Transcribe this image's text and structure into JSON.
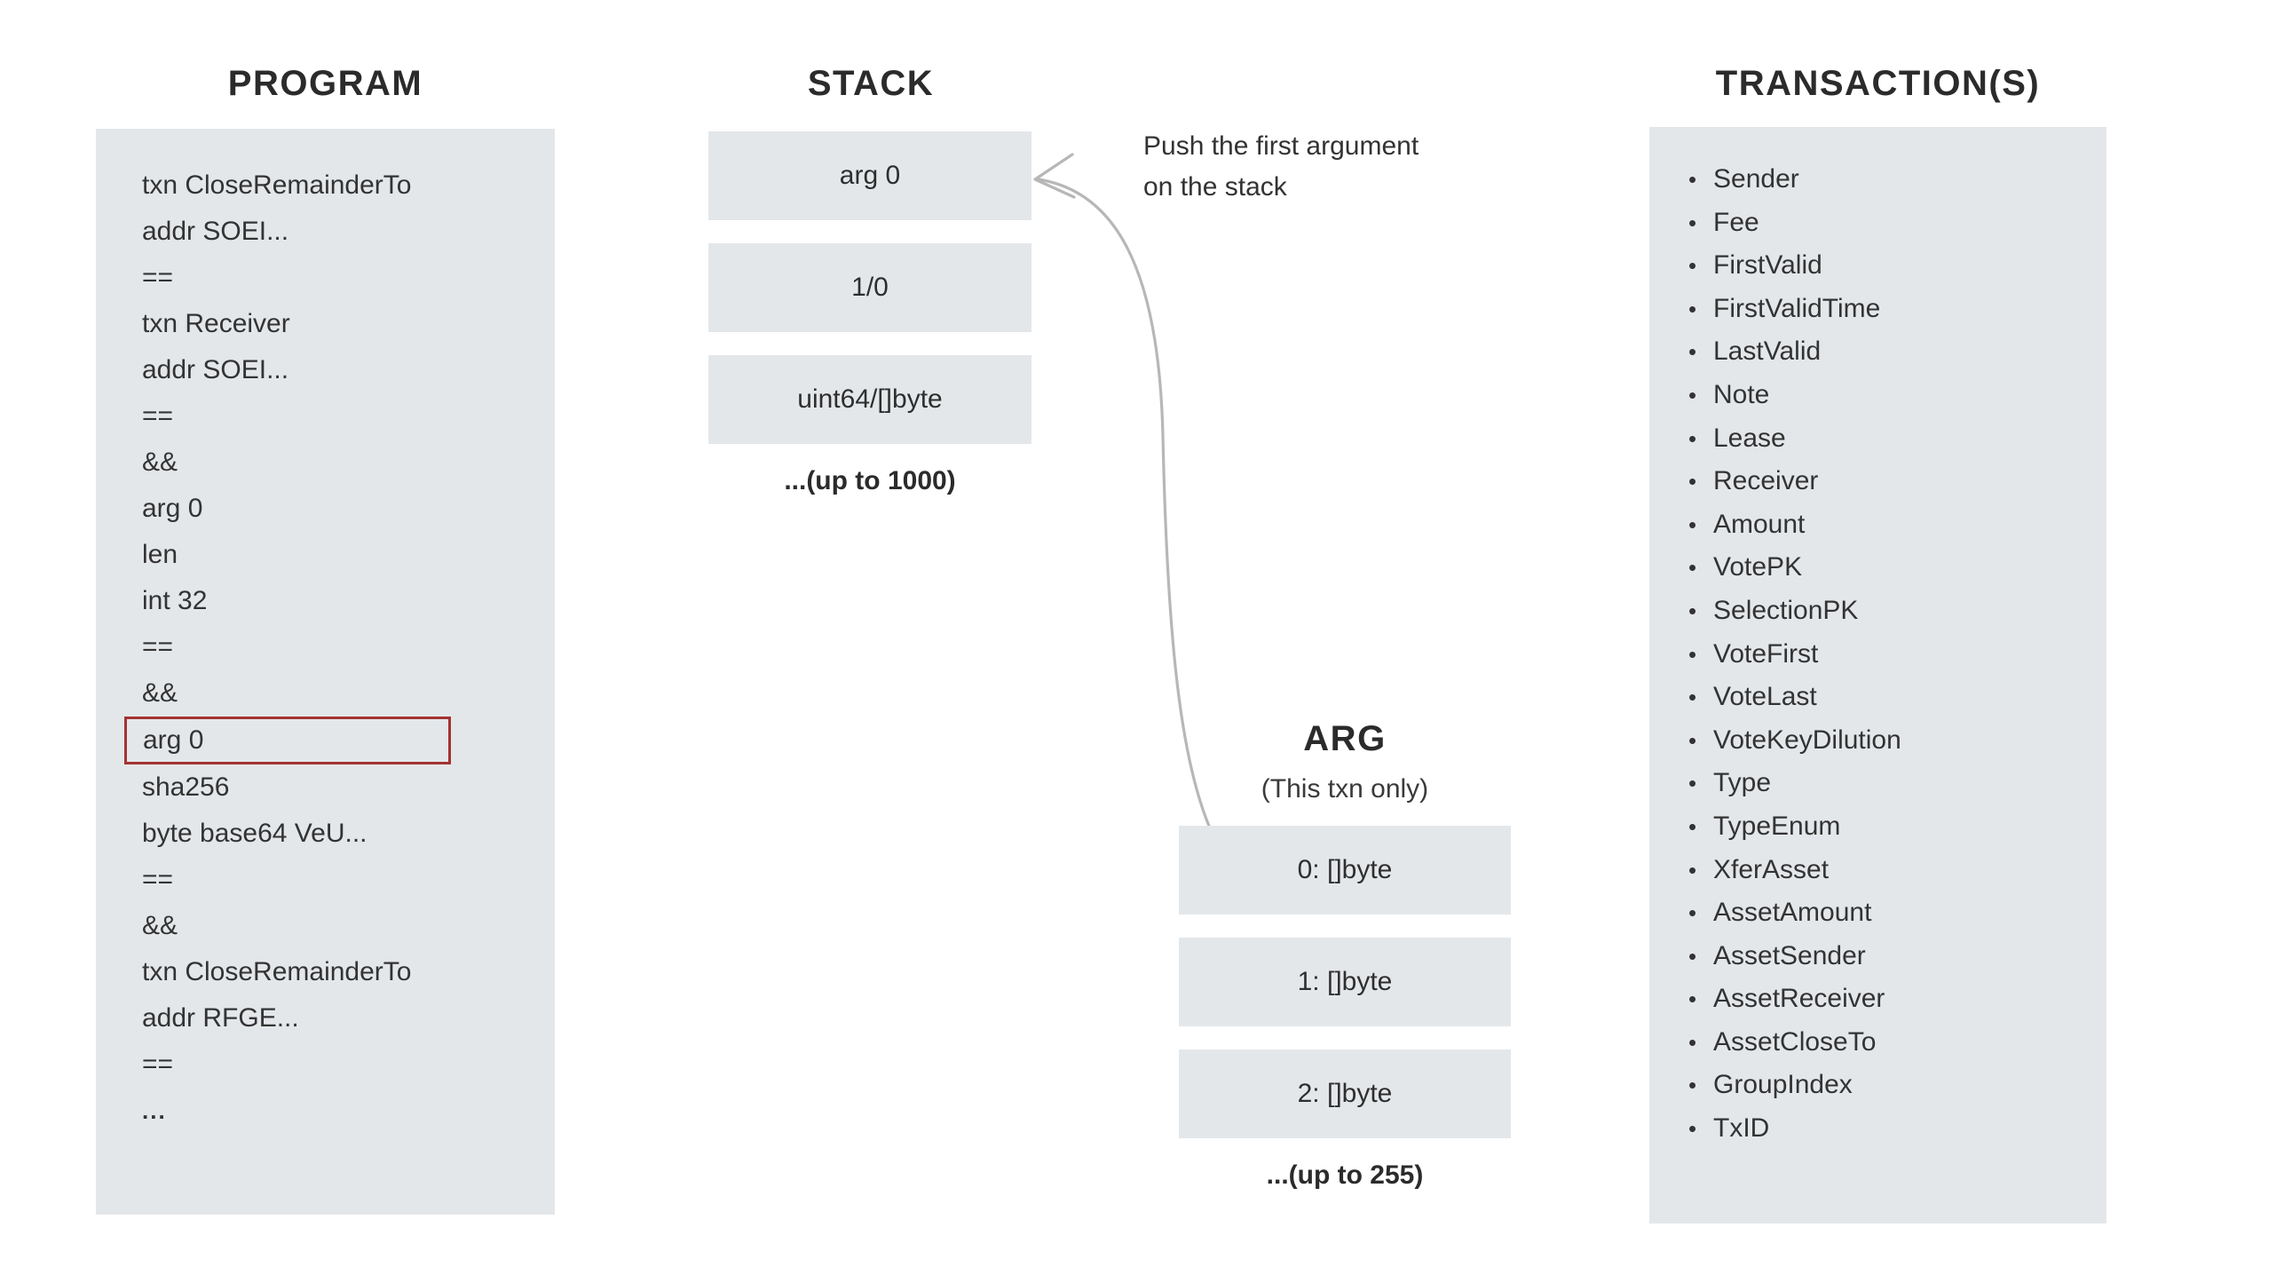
{
  "program": {
    "title": "PROGRAM",
    "lines": [
      {
        "text": "txn CloseRemainderTo",
        "highlighted": false
      },
      {
        "text": "addr SOEI...",
        "highlighted": false
      },
      {
        "text": "==",
        "highlighted": false
      },
      {
        "text": "txn Receiver",
        "highlighted": false
      },
      {
        "text": "addr SOEI...",
        "highlighted": false
      },
      {
        "text": "==",
        "highlighted": false
      },
      {
        "text": "&&",
        "highlighted": false
      },
      {
        "text": "arg 0",
        "highlighted": false
      },
      {
        "text": "len",
        "highlighted": false
      },
      {
        "text": "int 32",
        "highlighted": false
      },
      {
        "text": "==",
        "highlighted": false
      },
      {
        "text": "&&",
        "highlighted": false
      },
      {
        "text": "arg 0",
        "highlighted": true
      },
      {
        "text": "sha256",
        "highlighted": false
      },
      {
        "text": "byte base64 VeU...",
        "highlighted": false
      },
      {
        "text": "==",
        "highlighted": false
      },
      {
        "text": "&&",
        "highlighted": false
      },
      {
        "text": "txn CloseRemainderTo",
        "highlighted": false
      },
      {
        "text": "addr RFGE...",
        "highlighted": false
      },
      {
        "text": "==",
        "highlighted": false
      },
      {
        "text": "...",
        "highlighted": false
      }
    ]
  },
  "stack": {
    "title": "STACK",
    "cells": [
      "arg 0",
      "1/0",
      "uint64/[]byte"
    ],
    "more_caption": "...(up to 1000)"
  },
  "annotation": {
    "line1": "Push the first argument",
    "line2": "on the stack"
  },
  "arg": {
    "title": "ARG",
    "subtitle": "(This txn only)",
    "cells": [
      "0: []byte",
      "1: []byte",
      "2: []byte"
    ],
    "more_caption": "...(up to 255)"
  },
  "transactions": {
    "title": "TRANSACTION(S)",
    "fields": [
      "Sender",
      "Fee",
      "FirstValid",
      "FirstValidTime",
      "LastValid",
      "Note",
      "Lease",
      "Receiver",
      "Amount",
      "VotePK",
      "SelectionPK",
      "VoteFirst",
      "VoteLast",
      "VoteKeyDilution",
      "Type",
      "TypeEnum",
      "XferAsset",
      "AssetAmount",
      "AssetSender",
      "AssetReceiver",
      "AssetCloseTo",
      "GroupIndex",
      "TxID"
    ]
  },
  "colors": {
    "panel_fill": "#e4e7ea",
    "cell_fill": "#e4e7ea",
    "highlight_border": "#a33232",
    "text": "#333333",
    "arrow": "#b7b7b7",
    "background": "#ffffff"
  }
}
